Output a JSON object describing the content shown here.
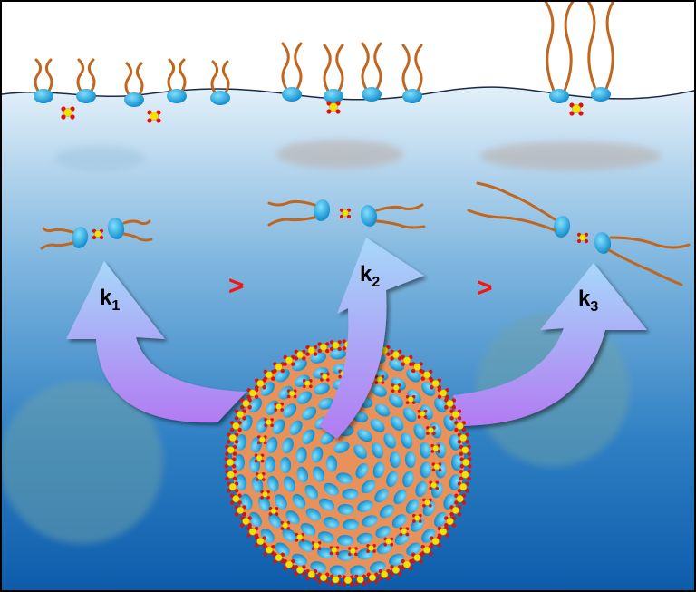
{
  "labels": {
    "k1": {
      "base": "k",
      "sub": "1"
    },
    "k2": {
      "base": "k",
      "sub": "2"
    },
    "k3": {
      "base": "k",
      "sub": "3"
    }
  },
  "comparators": [
    ">",
    ">"
  ],
  "colors": {
    "water_top": "#dcecf7",
    "water_bottom": "#0f5fae",
    "head": "#1aa3e0",
    "tail": "#c0661e",
    "sulfur": "#f2e200",
    "oxygen": "#e01010",
    "arrow_top": "#9fd2f8",
    "arrow_bottom": "#b07cf0",
    "comparator": "#ff1010"
  }
}
